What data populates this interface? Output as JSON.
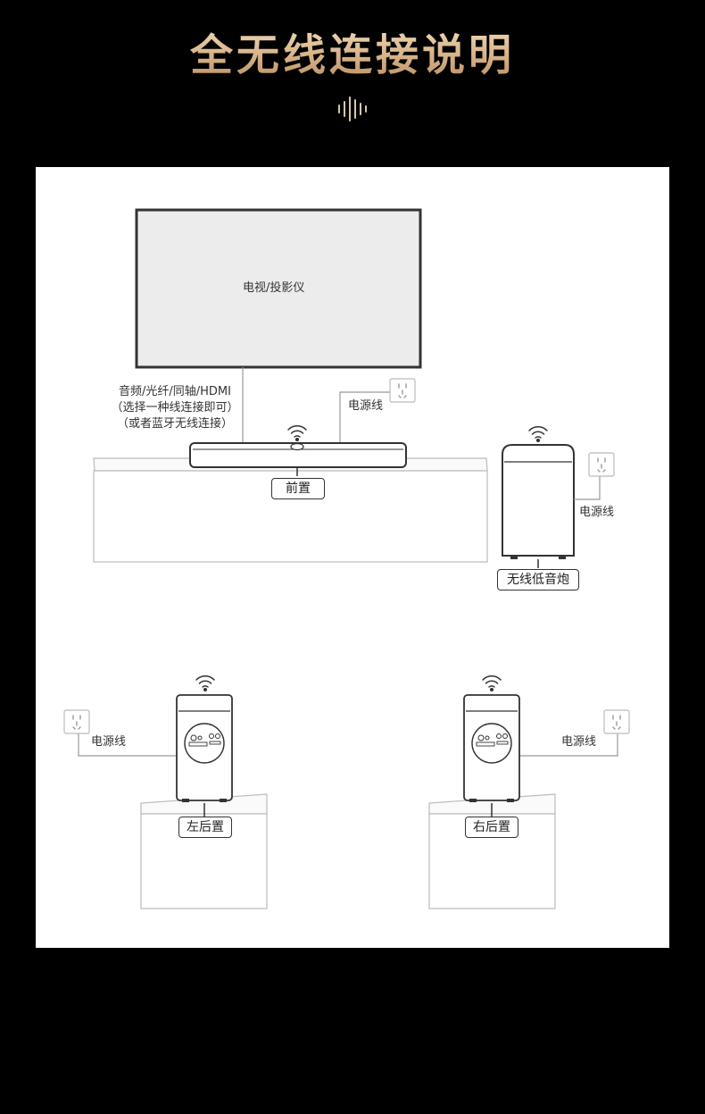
{
  "header": {
    "title": "全无线连接说明"
  },
  "diagram": {
    "tv_label": "电视/投影仪",
    "connection_note": [
      "音频/光纤/同轴/HDMI",
      "（选择一种线连接即可）",
      "（或者蓝牙无线连接）"
    ],
    "power_cord_label": "电源线",
    "front_label": "前置",
    "subwoofer_label": "无线低音炮",
    "rear_left_label": "左后置",
    "rear_right_label": "右后置"
  }
}
